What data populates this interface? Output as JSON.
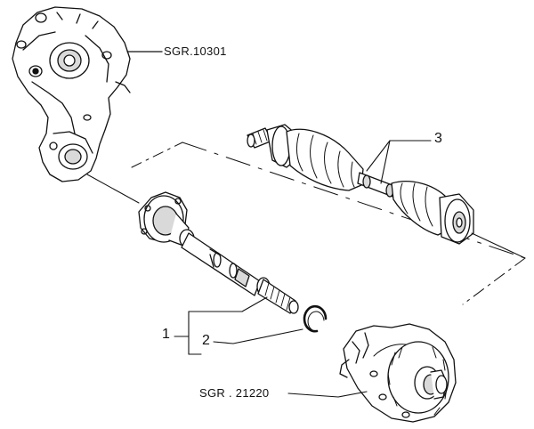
{
  "diagram": {
    "references": {
      "pump_housing": "SGR.10301",
      "differential": "SGR . 21220"
    },
    "callouts": {
      "intermediate_shaft": "1",
      "snap_ring": "2",
      "axle_shaft": "3"
    },
    "colors": {
      "line": "#111111",
      "fill": "#ffffff",
      "shade": "#d9d9d9"
    }
  }
}
